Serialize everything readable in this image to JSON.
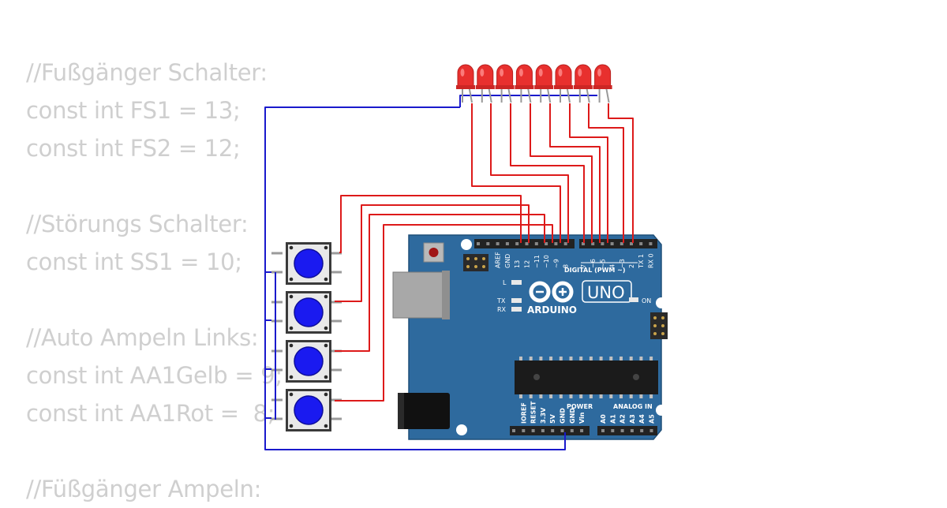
{
  "code_lines": [
    "//Fußgänger Schalter:",
    "const int FS1 = 13;",
    "const int FS2 = 12;",
    "",
    "//Störungs Schalter:",
    "const int SS1 = 10;",
    "",
    "//Auto Ampeln Links:",
    "const int AA1Gelb = 9;",
    "const int AA1Rot =  8;",
    "",
    "//Füßgänger Ampeln:"
  ],
  "board": {
    "brand": "ARDUINO",
    "model": "UNO",
    "on_label": "ON",
    "l_label": "L",
    "tx_label": "TX",
    "rx_label": "RX",
    "digital_header": "DIGITAL (PWM ~)",
    "power_header": "POWER",
    "analog_header": "ANALOG IN",
    "top_pins": [
      "AREF",
      "GND",
      "13",
      "12",
      "~11",
      "~10",
      "~9",
      "8",
      "7",
      "~6",
      "~5",
      "4",
      "~3",
      "2",
      "TX 1",
      "RX 0"
    ],
    "power_pins": [
      "IOREF",
      "RESET",
      "3.3V",
      "5V",
      "GND",
      "GND",
      "Vin"
    ],
    "analog_pins": [
      "A0",
      "A1",
      "A2",
      "A3",
      "A4",
      "A5"
    ]
  },
  "components": {
    "led_count": 8,
    "button_count": 4
  },
  "colors": {
    "board": "#2e6a9e",
    "led": "#e8302e",
    "button_cap": "#1a1af0",
    "wire_signal": "#dd1a1a",
    "wire_ground": "#1a1acc",
    "code_text": "#cfcfcf"
  }
}
